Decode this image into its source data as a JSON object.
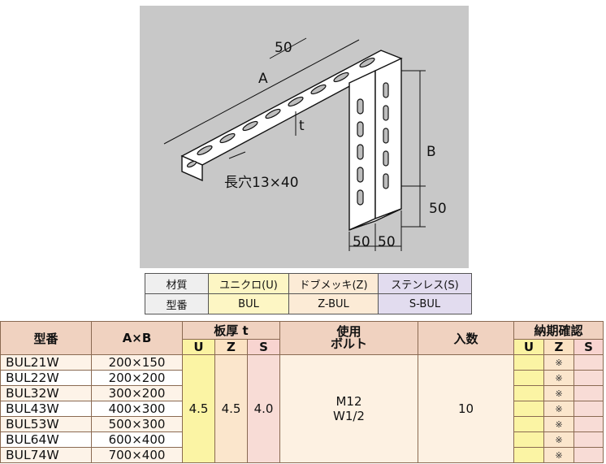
{
  "drawing": {
    "dim_a": "A",
    "dim_b": "B",
    "dim_50_top": "50",
    "dim_t": "t",
    "dim_50_right": "50",
    "dim_50_bottom_left": "50",
    "dim_50_bottom_right": "50",
    "slot_label": "長穴13×40"
  },
  "material_table": {
    "row1": [
      "材質",
      "ユニクロ(U)",
      "ドブメッキ(Z)",
      "ステンレス(S)"
    ],
    "row2": [
      "型番",
      "BUL",
      "Z-BUL",
      "S-BUL"
    ]
  },
  "spec_table": {
    "headers": {
      "model": "型番",
      "size": "A×B",
      "thickness": "板厚 t",
      "bolt": "使用\nボルト",
      "qty": "入数",
      "delivery": "納期確認",
      "u": "U",
      "z": "Z",
      "s": "S"
    },
    "rows": [
      {
        "model": "BUL21W",
        "size": "200×150",
        "mark": "※"
      },
      {
        "model": "BUL22W",
        "size": "200×200",
        "mark": "※"
      },
      {
        "model": "BUL32W",
        "size": "300×200",
        "mark": "※"
      },
      {
        "model": "BUL43W",
        "size": "400×300",
        "mark": "※"
      },
      {
        "model": "BUL53W",
        "size": "500×300",
        "mark": "※"
      },
      {
        "model": "BUL64W",
        "size": "600×400",
        "mark": "※"
      },
      {
        "model": "BUL74W",
        "size": "700×400",
        "mark": "※"
      }
    ],
    "thickness_u": "4.5",
    "thickness_z": "4.5",
    "thickness_s": "4.0",
    "bolt_line1": "M12",
    "bolt_line2": "W1/2",
    "qty": "10"
  }
}
